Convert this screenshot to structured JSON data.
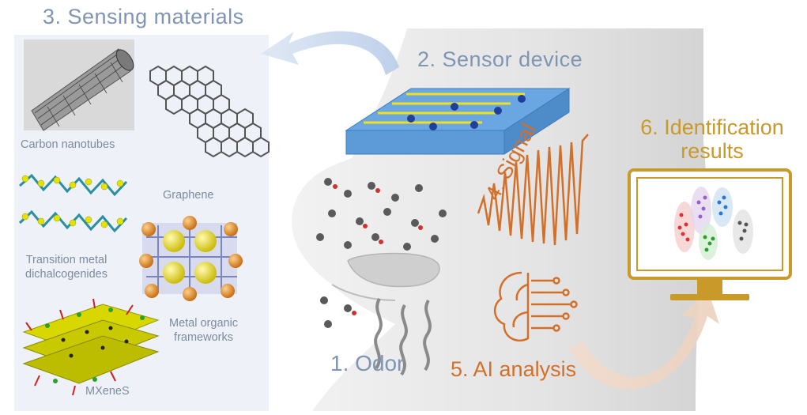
{
  "steps": {
    "odor": "1. Odor",
    "sensor_device": "2. Sensor device",
    "sensing_materials": "3. Sensing materials",
    "signal": "4. Signal",
    "ai_analysis": "5. AI analysis",
    "identification_line1": "6. Identification",
    "identification_line2": "results"
  },
  "materials": {
    "carbon_nanotubes": "Carbon nanotubes",
    "graphene": "Graphene",
    "tmd_line1": "Transition metal",
    "tmd_line2": "dichalcogenides",
    "mof_line1": "Metal organic",
    "mof_line2": "frameworks",
    "mxenes": "MXeneS"
  },
  "colors": {
    "blue_text": "#7f95b3",
    "gold": "#c9992a",
    "orange": "#d2702a",
    "panel": "#eef1f8"
  }
}
